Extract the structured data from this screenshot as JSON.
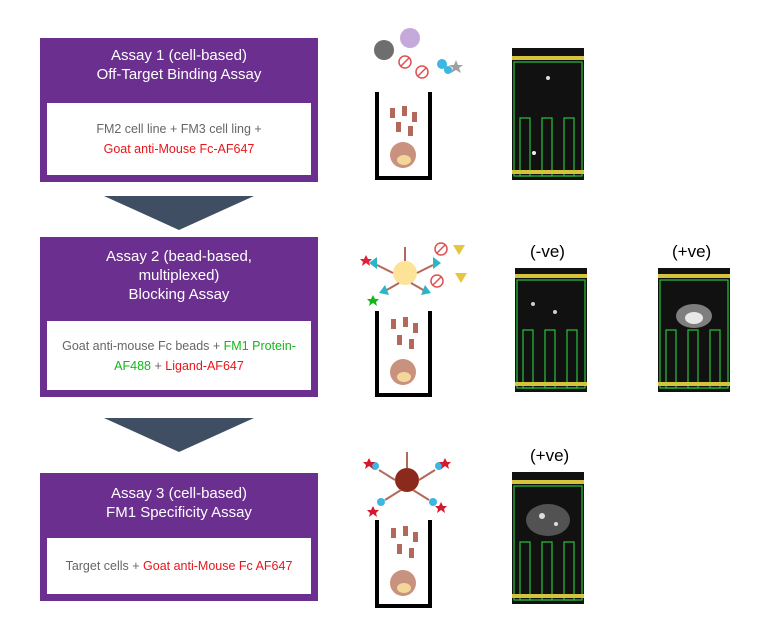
{
  "assays": [
    {
      "title_lines": [
        "Assay 1 (cell-based)",
        "Off-Target Binding Assay"
      ],
      "reagents_line1": "FM2 cell line + FM3 cell ling +",
      "reagents_line2": "Goat anti-Mouse Fc-AF647"
    },
    {
      "title_lines": [
        "Assay 2 (bead-based,",
        "multiplexed)",
        "Blocking Assay"
      ],
      "reagents_grey1": "Goat anti-mouse Fc beads + ",
      "reagents_green1": "FM1 Protein-",
      "reagents_green2": "AF488",
      "reagents_grey2": " + ",
      "reagents_red": "Ligand-AF647"
    },
    {
      "title_lines": [
        "Assay 3 (cell-based)",
        "FM1 Specificity Assay"
      ],
      "reagents_grey": "Target cells + ",
      "reagents_red": "Goat anti-Mouse Fc AF647"
    }
  ],
  "result_labels": {
    "assay2_negative": "(-ve)",
    "assay2_positive": "(+ve)",
    "assay3_positive": "(+ve)"
  },
  "colors": {
    "box_purple": "#6b2f8f",
    "arrow": "#3f4e63",
    "red_text": "#e8161b",
    "green_text": "#14b51b"
  }
}
